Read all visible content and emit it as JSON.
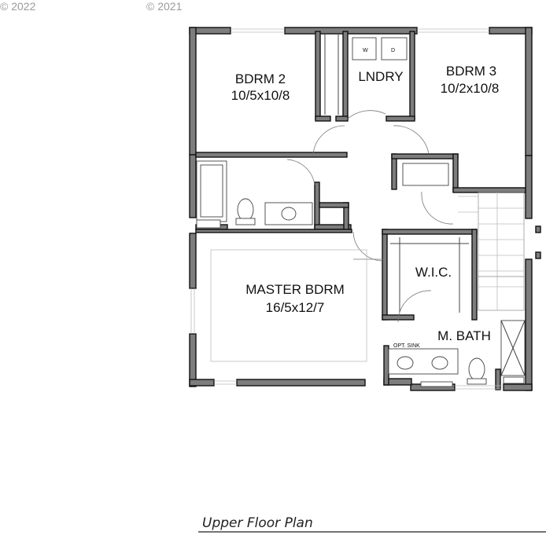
{
  "copyright": [
    "© 2022",
    "© 2021"
  ],
  "rooms": {
    "bdrm2": {
      "name": "BDRM 2",
      "size": "10/5x10/8"
    },
    "lndry": {
      "name": "LNDRY"
    },
    "bdrm3": {
      "name": "BDRM 3",
      "size": "10/2x10/8"
    },
    "wic": {
      "name": "W.I.C."
    },
    "master": {
      "name": "MASTER BDRM",
      "size": "16/5x12/7"
    },
    "mbath": {
      "name": "M. BATH"
    }
  },
  "fixtures": {
    "opt_sink": "OPT. SINK",
    "washer": "W",
    "dryer": "D"
  },
  "caption": "Upper Floor Plan"
}
